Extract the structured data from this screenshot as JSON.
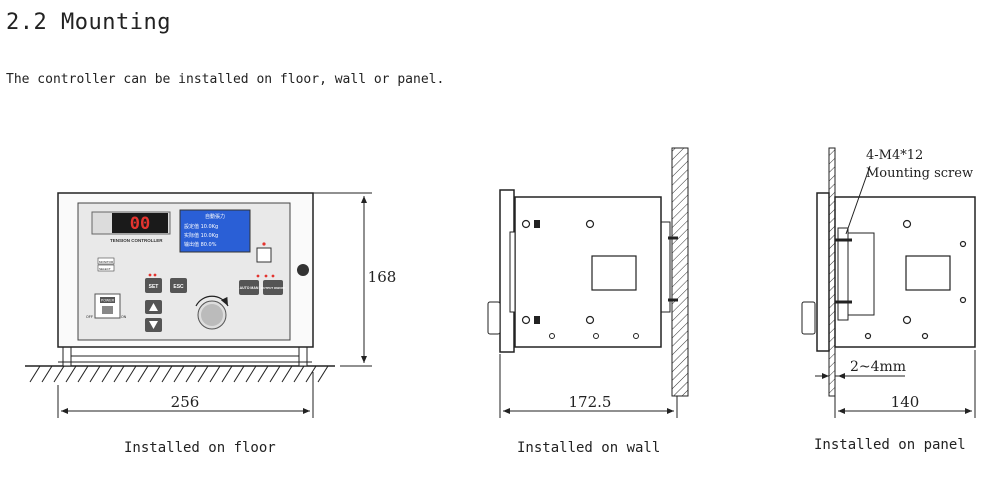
{
  "section_title": "2.2 Mounting",
  "intro_text": "The controller can be installed on floor, wall or panel.",
  "floor": {
    "caption": "Installed on floor",
    "height_dim": "168",
    "width_dim": "256",
    "display_digits": "00",
    "panel_label": "TENSION CONTROLLER",
    "lcd_lines": [
      "自動張力",
      "設定值   10.0Kg",
      "实际值   10.0Kg",
      "输出值   80.0%"
    ],
    "btn_set": "SET",
    "btn_esc": "ESC",
    "btn_auto_man": "AUTO MAN",
    "btn_output": "OUTPUT ON/OFF",
    "btn_power": "POWER",
    "label_off": "OFF",
    "label_on": "ON",
    "label_monitor": "MONITOR",
    "label_select": "SELECT"
  },
  "wall": {
    "caption": "Installed on wall",
    "width_dim": "172.5"
  },
  "panel": {
    "caption": "Installed on panel",
    "width_dim": "140",
    "gap_dim": "2~4mm",
    "screw_spec": "4-M4*12",
    "screw_label": "Mounting screw"
  }
}
